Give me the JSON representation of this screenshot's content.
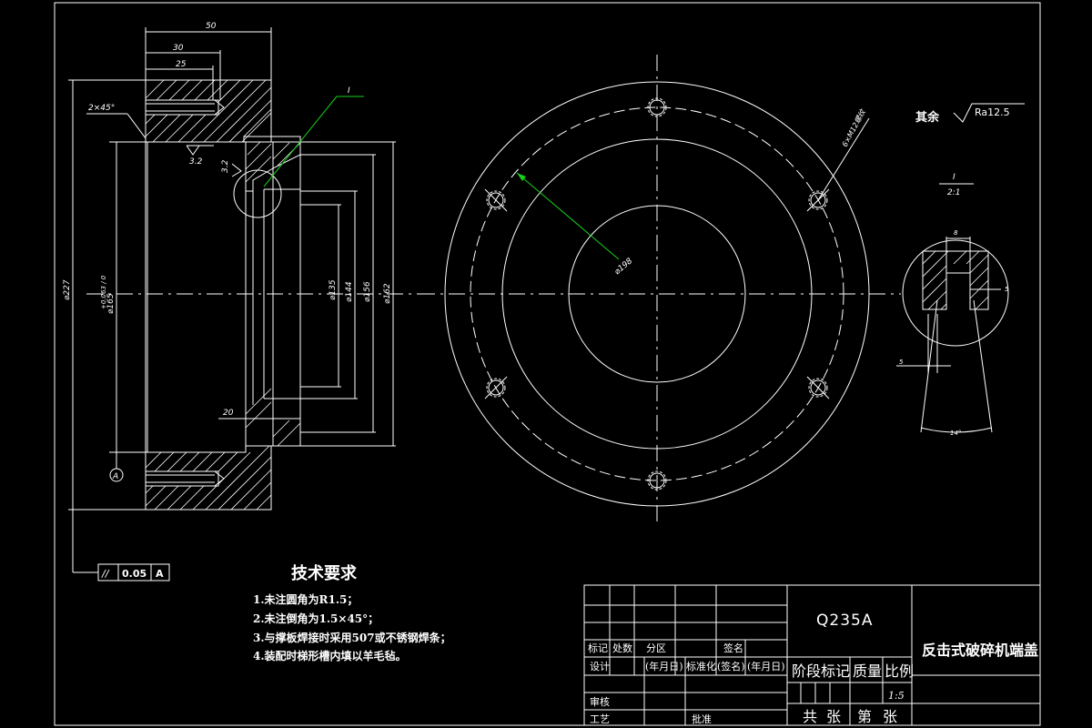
{
  "drawing": {
    "title_cn": "反击式破碎机端盖",
    "material": "Q235A",
    "scale_value": "1:5",
    "surface_roughness_rest_label": "其余",
    "surface_roughness_rest_value": "Ra12.5"
  },
  "section_view": {
    "dim_top_50": "50",
    "dim_top_30": "30",
    "dim_top_25": "25",
    "chamfer": "2×45°",
    "roughness_1": "3.2",
    "roughness_2": "3.2",
    "dim_20": "20",
    "dia_outer": "⌀227",
    "dia_bore": "⌀165",
    "dia_bore_tol": "+0.063 / 0",
    "dia_135": "⌀135",
    "dia_144": "⌀144",
    "dia_156": "⌀156",
    "dia_162": "⌀162",
    "detail_callout": "I",
    "datum_label": "A"
  },
  "tolerance_frame": {
    "symbol": "//",
    "value": "0.05",
    "datum": "A"
  },
  "front_view": {
    "pcd_label": "⌀198",
    "holes_label": "6×M12螺纹"
  },
  "detail_view": {
    "label": "I",
    "scale": "2:1",
    "dim_8": "8",
    "dim_5_right": "5",
    "dim_5_left": "5",
    "angle": "14°"
  },
  "technical_requirements": {
    "heading": "技术要求",
    "items": [
      "1.未注圆角为R1.5；",
      "2.未注倒角为1.5×45°；",
      "3.与撑板焊接时采用507或不锈钢焊条；",
      "4.装配时梯形槽内填以羊毛毡。"
    ]
  },
  "title_block": {
    "row_labels": [
      "标记",
      "处数",
      "分区",
      "签名"
    ],
    "design": "设计",
    "design_cells": [
      "(年月日)",
      "标准化",
      "(签名)",
      "(年月日)"
    ],
    "review": "审核",
    "craft": "工艺",
    "approve": "批准",
    "stage_mark": "阶段标记",
    "weight": "质量",
    "ratio": "比例",
    "total": "共",
    "sheet": "张",
    "no": "第",
    "sheet2": "张"
  }
}
